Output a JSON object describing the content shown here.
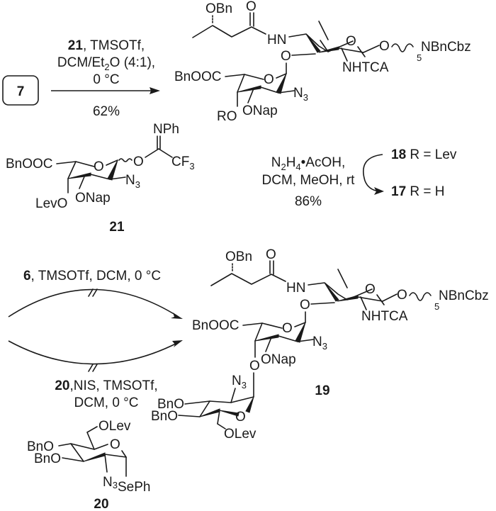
{
  "scheme": {
    "start_compound": "7",
    "step1": {
      "reagent_bold": "21",
      "reagent_line1": ", TMSOTf,",
      "reagent_line2_a": "DCM/Et",
      "reagent_line2_sub": "2",
      "reagent_line2_b": "O (4:1),",
      "reagent_line3": "0 °C",
      "yield": "62%"
    },
    "product_top": {
      "obn": "OBn",
      "carbonyl_o": "O",
      "hn": "HN",
      "o_link": "O",
      "ring_o1": "O",
      "o_anomeric": "O",
      "linker_sub": "5",
      "nbncbz": "NBnCbz",
      "nhtca": "NHTCA",
      "bnooc": "BnOOC",
      "ring_o2": "O",
      "n3": "N",
      "n3_sub": "3",
      "onap": "ONap",
      "ro": "RO"
    },
    "donor21": {
      "nph": "NPh",
      "o": "O",
      "cf3": "CF",
      "cf3_sub": "3",
      "bnooc": "BnOOC",
      "ring_o": "O",
      "n3": "N",
      "n3_sub": "3",
      "onap": "ONap",
      "levo": "LevO",
      "label": "21"
    },
    "step2": {
      "line1_a": "N",
      "line1_sub1": "2",
      "line1_b": "H",
      "line1_sub2": "4",
      "line1_c": "•AcOH,",
      "line2": "DCM, MeOH, rt",
      "yield": "86%",
      "from_bold": "18",
      "from_text": " R = Lev",
      "to_bold": "17",
      "to_text": " R = H"
    },
    "step3_top": {
      "reagent_bold": "6",
      "reagent_text": ", TMSOTf, DCM, 0 °C",
      "failed": true
    },
    "step3_bottom": {
      "reagent_bold": "20",
      "reagent_text": ",NIS, TMSOTf,",
      "reagent_line2": "DCM, 0 °C",
      "failed": true
    },
    "product19": {
      "label": "19",
      "obn": "OBn",
      "carbonyl_o": "O",
      "hn": "HN",
      "o_link": "O",
      "ring_o1": "O",
      "o_anomeric": "O",
      "linker_sub": "5",
      "nbncbz": "NBnCbz",
      "nhtca": "NHTCA",
      "bnooc": "BnOOC",
      "ring_o2": "O",
      "n3": "N",
      "n3_sub": "3",
      "onap": "ONap",
      "o_link2": "O",
      "n3b": "N",
      "n3b_sub": "3",
      "bno1": "BnO",
      "bno2": "BnO",
      "ring_o3": "O",
      "olev": "OLev"
    },
    "donor20": {
      "olev": "OLev",
      "ring_o": "O",
      "bno1": "BnO",
      "bno2": "BnO",
      "n3": "N",
      "n3_sub": "3",
      "seph": "SePh",
      "label": "20"
    }
  }
}
